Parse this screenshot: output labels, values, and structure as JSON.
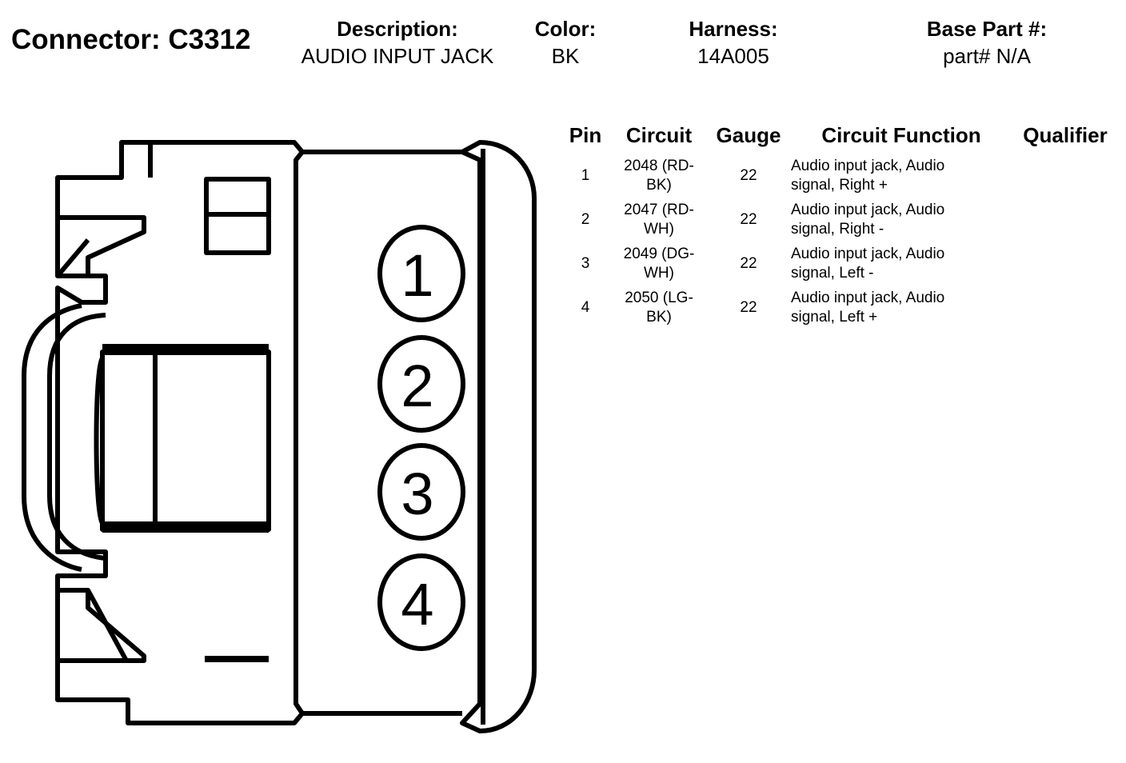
{
  "connector": {
    "title": "Connector: C3312"
  },
  "header": {
    "description_label": "Description:",
    "description_value": "AUDIO INPUT JACK",
    "color_label": "Color:",
    "color_value": "BK",
    "harness_label": "Harness:",
    "harness_value": "14A005",
    "base_part_label": "Base Part #:",
    "base_part_value": "part# N/A"
  },
  "diagram": {
    "pin_labels": [
      "1",
      "2",
      "3",
      "4"
    ]
  },
  "table": {
    "columns": {
      "pin": "Pin",
      "circuit": "Circuit",
      "gauge": "Gauge",
      "function": "Circuit Function",
      "qualifier": "Qualifier"
    },
    "rows": [
      {
        "pin": "1",
        "circuit_line1": "2048 (RD-",
        "circuit_line2": "BK)",
        "gauge": "22",
        "function_line1": "Audio input jack, Audio",
        "function_line2": "signal, Right +",
        "qualifier": ""
      },
      {
        "pin": "2",
        "circuit_line1": "2047 (RD-",
        "circuit_line2": "WH)",
        "gauge": "22",
        "function_line1": "Audio input jack, Audio",
        "function_line2": "signal, Right -",
        "qualifier": ""
      },
      {
        "pin": "3",
        "circuit_line1": "2049 (DG-",
        "circuit_line2": "WH)",
        "gauge": "22",
        "function_line1": "Audio input jack, Audio",
        "function_line2": "signal, Left -",
        "qualifier": ""
      },
      {
        "pin": "4",
        "circuit_line1": "2050 (LG-",
        "circuit_line2": "BK)",
        "gauge": "22",
        "function_line1": "Audio input jack, Audio",
        "function_line2": "signal, Left +",
        "qualifier": ""
      }
    ]
  }
}
